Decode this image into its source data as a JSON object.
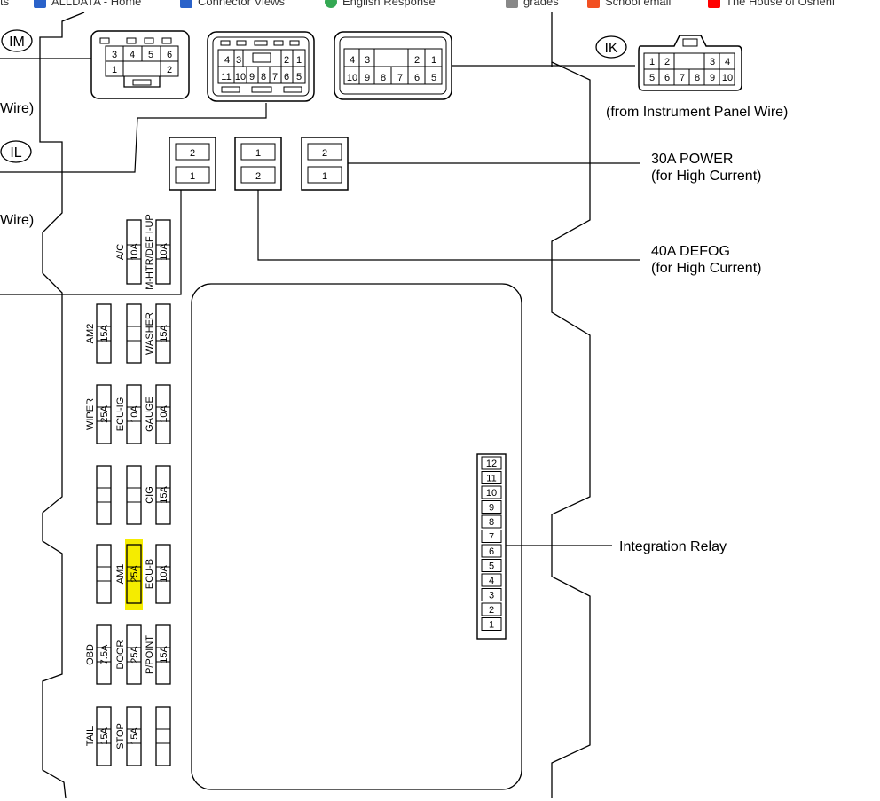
{
  "bookmarks": [
    {
      "label": "ALLDATA - Home",
      "icon": "alldata-icon",
      "color": "#2a62c9"
    },
    {
      "label": "Connector Views",
      "icon": "document-icon",
      "color": "#2a62c9"
    },
    {
      "label": "English Response",
      "icon": "google-icon",
      "color": "#34a853"
    },
    {
      "label": "grades",
      "icon": "document-icon",
      "color": "#888888"
    },
    {
      "label": "School email",
      "icon": "microsoft-icon",
      "color": "#f25022"
    },
    {
      "label": "The House of Osheni",
      "icon": "youtube-icon",
      "color": "#ff0000"
    }
  ],
  "callouts": {
    "im": "IM",
    "il": "IL",
    "ik": "IK",
    "wire_top": "Wire)",
    "wire_bottom": "Wire)",
    "ik_source": "(from Instrument Panel Wire)",
    "power_30a": "30A POWER",
    "power_30a_note": "(for High Current)",
    "defog_40a": "40A DEFOG",
    "defog_40a_note": "(for High Current)",
    "integration_relay": "Integration Relay"
  },
  "connectors": {
    "im": {
      "row1": [
        "3",
        "4",
        "5",
        "6"
      ],
      "row2": [
        "1",
        "",
        "",
        "2"
      ]
    },
    "il": {
      "row1": [
        "4",
        "3",
        "",
        "2",
        "1"
      ],
      "row2": [
        "11",
        "10",
        "9",
        "8",
        "7",
        "6",
        "5"
      ]
    },
    "middle": {
      "row1": [
        "4",
        "3",
        "",
        "2",
        "1"
      ],
      "row2": [
        "10",
        "9",
        "8",
        "7",
        "6",
        "5"
      ]
    },
    "ik": {
      "row1": [
        "1",
        "2",
        "",
        "3",
        "4"
      ],
      "row2": [
        "5",
        "6",
        "7",
        "8",
        "9",
        "10"
      ]
    }
  },
  "relays": {
    "left": [
      "2",
      "1"
    ],
    "middle": [
      "1",
      "2"
    ],
    "right": [
      "2",
      "1"
    ]
  },
  "fuses": {
    "ac": {
      "name": "A/C",
      "amp": "10A"
    },
    "mhtr": {
      "name": "M-HTR/DEF I-UP",
      "amp": "10A"
    },
    "am2": {
      "name": "AM2",
      "amp": "15A"
    },
    "washer": {
      "name": "WASHER",
      "amp": "15A"
    },
    "wiper": {
      "name": "WIPER",
      "amp": "25A"
    },
    "ecuig": {
      "name": "ECU-IG",
      "amp": "10A"
    },
    "gauge": {
      "name": "GAUGE",
      "amp": "10A"
    },
    "cig": {
      "name": "CIG",
      "amp": "15A"
    },
    "am1": {
      "name": "AM1",
      "amp": "25A"
    },
    "ecub": {
      "name": "ECU-B",
      "amp": "10A"
    },
    "obd": {
      "name": "OBD",
      "amp": "7.5A"
    },
    "door": {
      "name": "DOOR",
      "amp": "25A"
    },
    "ppoint": {
      "name": "P/POINT",
      "amp": "15A"
    },
    "tail": {
      "name": "TAIL",
      "amp": "15A"
    },
    "stop": {
      "name": "STOP",
      "amp": "15A"
    }
  },
  "integration_relay_pins": [
    "12",
    "11",
    "10",
    "9",
    "8",
    "7",
    "6",
    "5",
    "4",
    "3",
    "2",
    "1"
  ],
  "highlight_color": "#f5ec00"
}
